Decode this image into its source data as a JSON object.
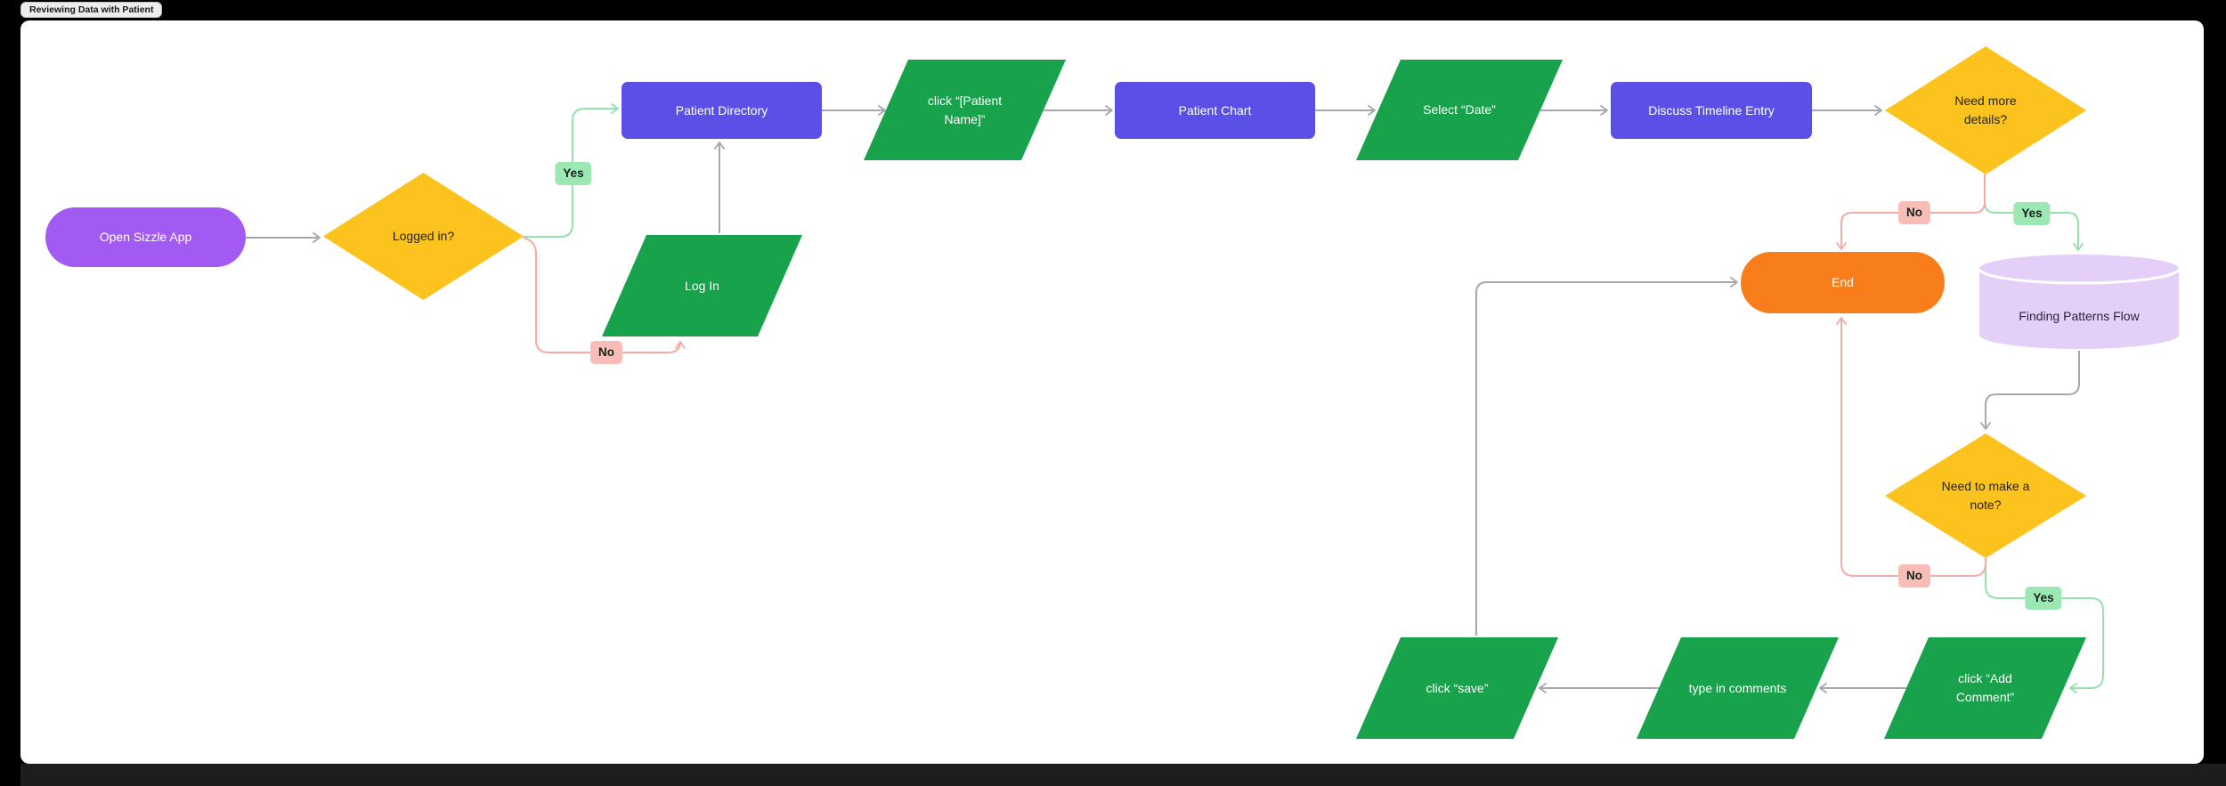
{
  "tab": {
    "label": "Reviewing Data with Patient"
  },
  "nodes": {
    "start": {
      "label": "Open Sizzle App",
      "shape": "rounded-rect",
      "color": "#a35af3"
    },
    "logged_in": {
      "label": "Logged in?",
      "shape": "diamond",
      "color": "#fcc21d"
    },
    "patient_directory": {
      "label": "Patient Directory",
      "shape": "rect",
      "color": "#5a50e8"
    },
    "log_in": {
      "label": "Log In",
      "shape": "parallelogram",
      "color": "#17a24b"
    },
    "click_patient_name": {
      "label": "click “[Patient Name]”",
      "shape": "parallelogram",
      "color": "#17a24b"
    },
    "patient_chart": {
      "label": "Patient Chart",
      "shape": "rect",
      "color": "#5a50e8"
    },
    "select_date": {
      "label": "Select “Date”",
      "shape": "parallelogram",
      "color": "#17a24b"
    },
    "discuss_timeline": {
      "label": "Discuss Timeline Entry",
      "shape": "rect",
      "color": "#5a50e8"
    },
    "need_details": {
      "label": "Need more details?",
      "shape": "diamond",
      "color": "#fcc21d"
    },
    "end": {
      "label": "End",
      "shape": "rounded-rect",
      "color": "#f87e1b"
    },
    "finding_patterns": {
      "label": "Finding Patterns Flow",
      "shape": "cylinder",
      "color": "#e4cff8"
    },
    "need_note": {
      "label": "Need to make a note?",
      "shape": "diamond",
      "color": "#fcc21d"
    },
    "click_save": {
      "label": "click “save”",
      "shape": "parallelogram",
      "color": "#17a24b"
    },
    "type_comments": {
      "label": "type in comments",
      "shape": "parallelogram",
      "color": "#17a24b"
    },
    "click_add_comment": {
      "label": "click “Add Comment”",
      "shape": "parallelogram",
      "color": "#17a24b"
    }
  },
  "edge_labels": {
    "logged_in_yes": "Yes",
    "logged_in_no": "No",
    "need_details_no": "No",
    "need_details_yes": "Yes",
    "need_note_no": "No",
    "need_note_yes": "Yes"
  },
  "edges": [
    {
      "from": "Open Sizzle App",
      "to": "Logged in?",
      "label": "",
      "color": "gray"
    },
    {
      "from": "Logged in?",
      "to": "Patient Directory",
      "label": "Yes",
      "color": "green"
    },
    {
      "from": "Logged in?",
      "to": "Log In",
      "label": "No",
      "color": "red"
    },
    {
      "from": "Log In",
      "to": "Patient Directory",
      "label": "",
      "color": "gray"
    },
    {
      "from": "Patient Directory",
      "to": "click “[Patient Name]”",
      "label": "",
      "color": "gray"
    },
    {
      "from": "click “[Patient Name]”",
      "to": "Patient Chart",
      "label": "",
      "color": "gray"
    },
    {
      "from": "Patient Chart",
      "to": "Select “Date”",
      "label": "",
      "color": "gray"
    },
    {
      "from": "Select “Date”",
      "to": "Discuss Timeline Entry",
      "label": "",
      "color": "gray"
    },
    {
      "from": "Discuss Timeline Entry",
      "to": "Need more details?",
      "label": "",
      "color": "gray"
    },
    {
      "from": "Need more details?",
      "to": "End",
      "label": "No",
      "color": "red"
    },
    {
      "from": "Need more details?",
      "to": "Finding Patterns Flow",
      "label": "Yes",
      "color": "green"
    },
    {
      "from": "Finding Patterns Flow",
      "to": "Need to make a note?",
      "label": "",
      "color": "gray"
    },
    {
      "from": "Need to make a note?",
      "to": "End",
      "label": "No",
      "color": "red"
    },
    {
      "from": "Need to make a note?",
      "to": "click “Add Comment”",
      "label": "Yes",
      "color": "green"
    },
    {
      "from": "click “Add Comment”",
      "to": "type in comments",
      "label": "",
      "color": "gray"
    },
    {
      "from": "type in comments",
      "to": "click “save”",
      "label": "",
      "color": "gray"
    },
    {
      "from": "click “save”",
      "to": "End",
      "label": "",
      "color": "gray"
    }
  ],
  "colors": {
    "frame_bg": "#000000",
    "bottom_bar": "#1d1d1d",
    "canvas_bg": "#ffffff",
    "purple_node": "#a35af3",
    "yellow_node": "#fcc21d",
    "blue_node": "#5a50e8",
    "green_node": "#17a24b",
    "orange_node": "#f87e1b",
    "lavender_node": "#e4cff8",
    "yes_label_bg": "#9de7b5",
    "no_label_bg": "#f9bdb7",
    "yes_line": "#95e2ac",
    "no_line": "#f5aba4",
    "gray_line": "#a4a7ab"
  }
}
